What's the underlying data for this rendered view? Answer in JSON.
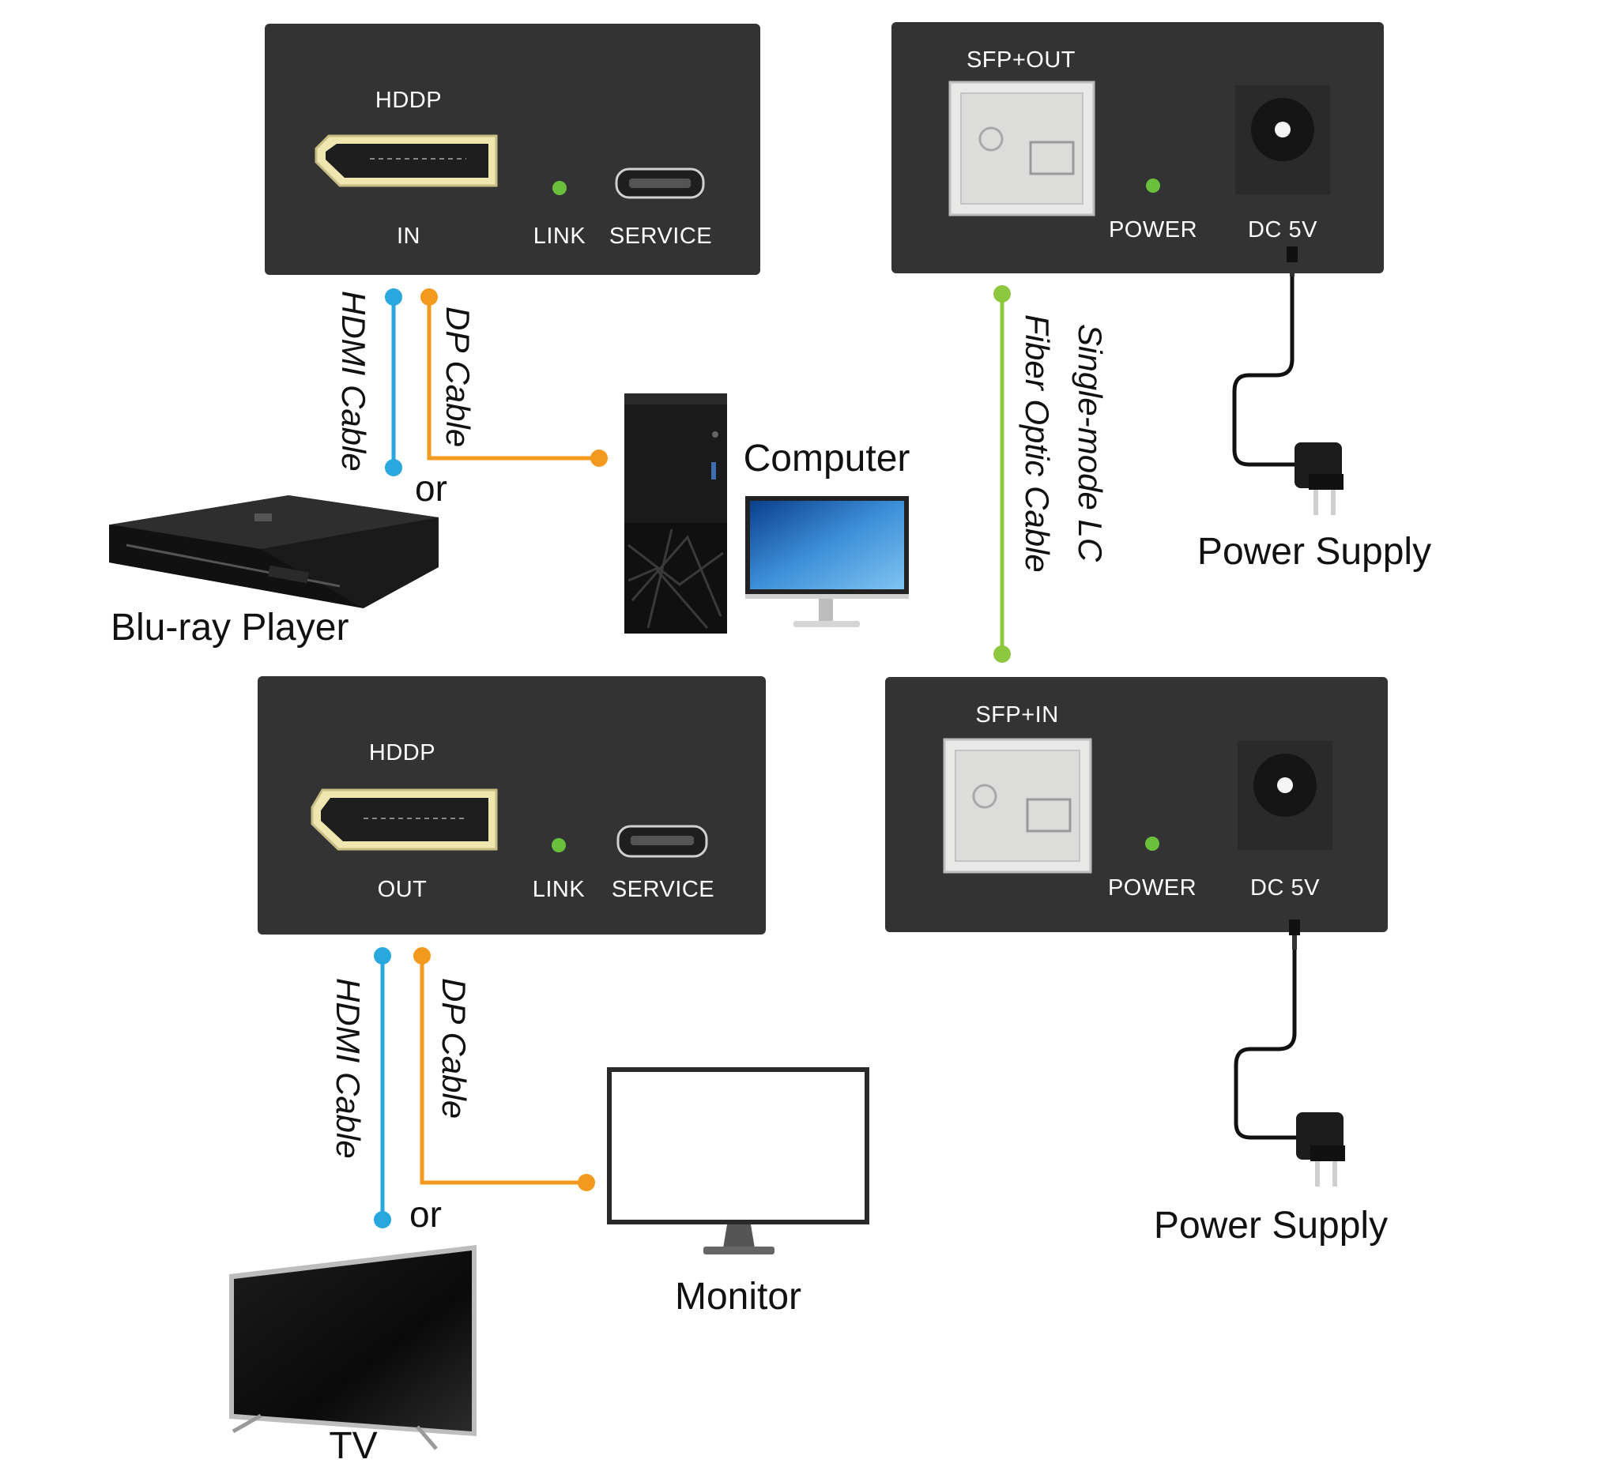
{
  "colors": {
    "panel": "#333333",
    "hdmi_cable": "#29a8e0",
    "dp_cable": "#f39a1e",
    "fiber_cable": "#8dc63f",
    "led": "#6abf3c",
    "port_gold": "#f0e6b0",
    "sfp_cage": "#e8e8e6"
  },
  "transmitter": {
    "source_panel": {
      "port_top_label": "HDDP",
      "port_bottom_label": "IN",
      "led_label": "LINK",
      "service_label": "SERVICE"
    },
    "fiber_panel": {
      "sfp_label": "SFP+OUT",
      "led_label": "POWER",
      "dc_label": "DC 5V"
    }
  },
  "receiver": {
    "display_panel": {
      "port_top_label": "HDDP",
      "port_bottom_label": "OUT",
      "led_label": "LINK",
      "service_label": "SERVICE"
    },
    "fiber_panel": {
      "sfp_label": "SFP+IN",
      "led_label": "POWER",
      "dc_label": "DC 5V"
    }
  },
  "cables": {
    "hdmi": "HDMI Cable",
    "dp": "DP Cable",
    "fiber_line1": "Single-mode LC",
    "fiber_line2": "Fiber Optic Cable"
  },
  "devices": {
    "source_a": "Blu-ray Player",
    "source_b": "Computer",
    "display_a": "TV",
    "display_b": "Monitor",
    "power_supply": "Power Supply",
    "or": "or"
  }
}
